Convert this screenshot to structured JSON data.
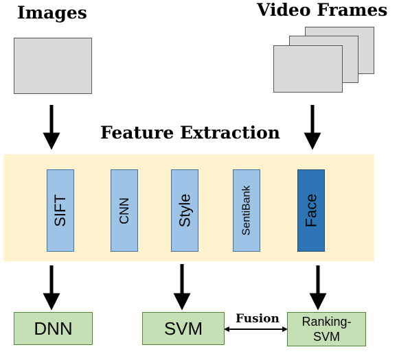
{
  "inputs": {
    "images_label": "Images",
    "video_label": "Video Frames"
  },
  "section": {
    "feature_extraction": "Feature Extraction"
  },
  "features": {
    "sift": "SIFT",
    "cnn": "CNN",
    "style": "Style",
    "sentibank": "SentiBank",
    "face": "Face"
  },
  "classifiers": {
    "dnn": "DNN",
    "svm": "SVM",
    "ranking_svm_line1": "Ranking-",
    "ranking_svm_line2": "SVM",
    "fusion": "Fusion"
  },
  "colors": {
    "band": "#fff2cc",
    "feature_light": "#9dc3e6",
    "feature_dark": "#2e75b6",
    "classifier": "#c5e0b4",
    "input_gray": "#d9d9d9"
  }
}
